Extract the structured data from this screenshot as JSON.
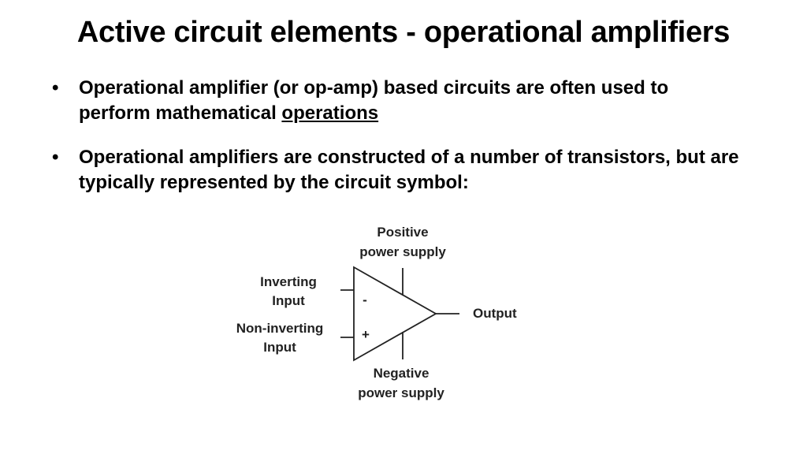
{
  "slide": {
    "title": "Active circuit elements - operational amplifiers",
    "bullets": [
      {
        "marker": "•",
        "text": "Operational amplifier (or op-amp) based circuits are often used to perform mathematical ",
        "link": "operations"
      },
      {
        "marker": "•",
        "text": "Operational amplifiers are constructed of a number of transistors, but are typically represented by the circuit symbol:"
      }
    ]
  },
  "diagram": {
    "positive_supply_line1": "Positive",
    "positive_supply_line2": "power supply",
    "inverting_line1": "Inverting",
    "inverting_line2": "Input",
    "noninverting_line1": "Non-inverting",
    "noninverting_line2": "Input",
    "minus_sign": "-",
    "plus_sign": "+",
    "output": "Output",
    "negative_supply_line1": "Negative",
    "negative_supply_line2": "power supply"
  }
}
